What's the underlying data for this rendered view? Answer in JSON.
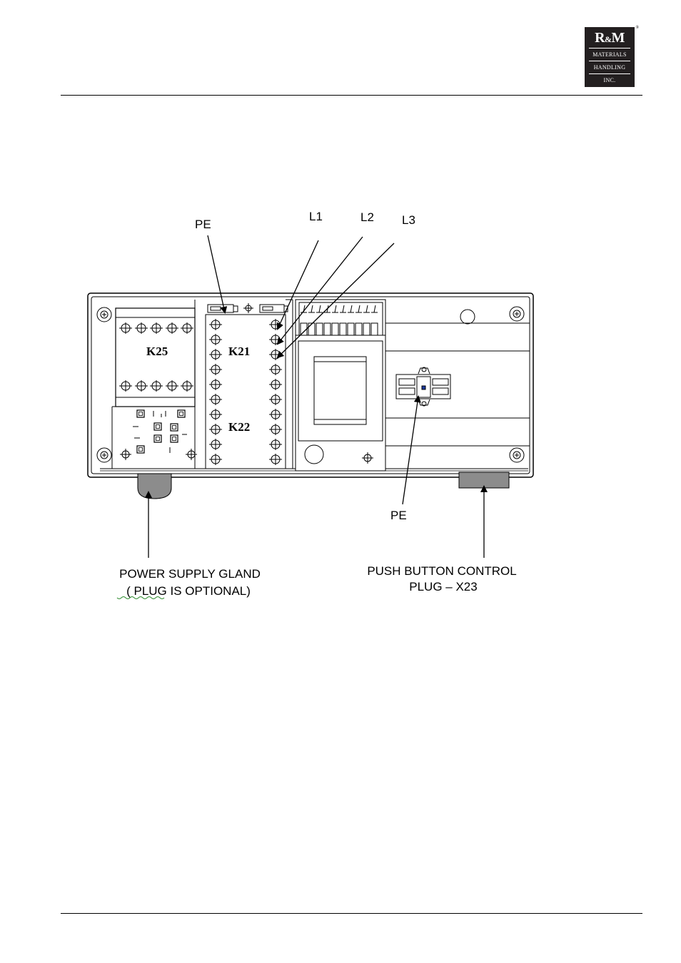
{
  "logo": {
    "brand_left": "R",
    "brand_amp": "&",
    "brand_right": "M",
    "line1": "MATERIALS",
    "line2": "HANDLING",
    "line3": "INC.",
    "registered": "®"
  },
  "diagram": {
    "labels": {
      "pe_top": "PE",
      "l1": "L1",
      "l2": "L2",
      "l3": "L3",
      "k25": "K25",
      "k21": "K21",
      "k22": "K22",
      "pe_right": "PE",
      "power_gland_line1": "POWER SUPPLY GLAND",
      "power_gland_line2": "( PLUG IS OPTIONAL)",
      "push_button_line1": "PUSH BUTTON CONTROL",
      "push_button_line2": "PLUG – X23"
    }
  }
}
